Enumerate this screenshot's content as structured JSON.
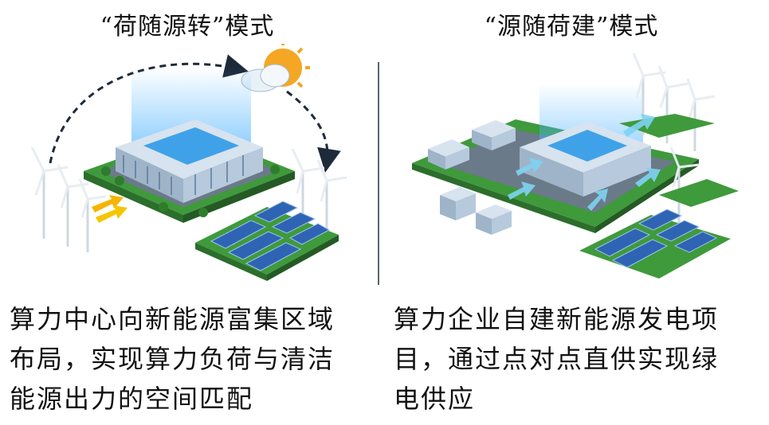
{
  "left": {
    "title": "“荷随源转”模式",
    "caption_lines": [
      "算力中心向新能源富集区域",
      "布局，实现算力负荷与清洁",
      "能源出力的空间匹配"
    ]
  },
  "right": {
    "title": "“源随荷建”模式",
    "caption_lines": [
      "算力企业自建新能源发电项",
      "目，通过点对点直供实现绿",
      "电供应"
    ]
  },
  "colors": {
    "building": "#b7c9dc",
    "glass": "#3fa2e8",
    "grass": "#3f9a3c",
    "road": "#6b7a88",
    "solar": "#2f64b4",
    "arrow": "#7fd3f2",
    "sun": "#f5a623"
  },
  "icons": [
    "data-center-icon",
    "wind-turbine-icon",
    "solar-panel-icon",
    "sun-cloud-icon",
    "curved-arrow-icon",
    "power-flow-arrow-icon"
  ]
}
